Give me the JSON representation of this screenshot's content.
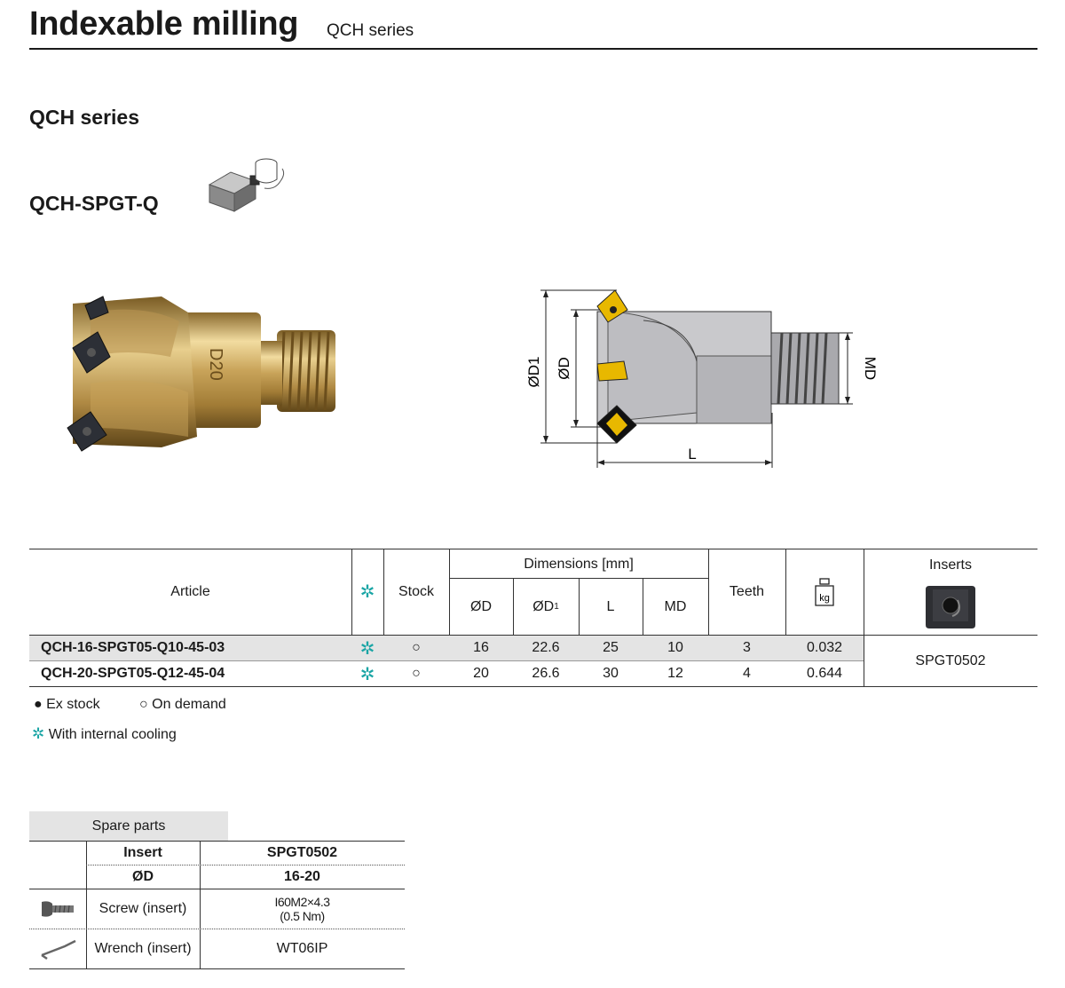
{
  "header": {
    "title": "Indexable milling",
    "subtitle": "QCH series"
  },
  "section_title": "QCH series",
  "model_title": "QCH-SPGT-Q",
  "icons": {
    "model_icon": "insert-and-coolant-icon",
    "coolant_icon": "internal-cooling-icon",
    "weight_icon": "weight-kg-icon",
    "insert_icon": "square-insert-icon",
    "screw_icon": "screw-icon",
    "wrench_icon": "wrench-icon"
  },
  "colors": {
    "cooling": "#1aa5a5",
    "highlight_row": "#e4e4e4",
    "insert_yellow": "#e8b800"
  },
  "drawing": {
    "labels": {
      "d1": "ØD1",
      "d": "ØD",
      "md": "MD",
      "l": "L"
    },
    "photo_engraving": "D20"
  },
  "table": {
    "headers": {
      "article": "Article",
      "stock": "Stock",
      "dimensions": "Dimensions [mm]",
      "d": "ØD",
      "d1_main": "ØD",
      "d1_sub": "1",
      "l": "L",
      "md": "MD",
      "teeth": "Teeth",
      "weight": "kg",
      "inserts": "Inserts"
    },
    "cooling_symbol": "✲",
    "rows": [
      {
        "article": "QCH-16-SPGT05-Q10-45-03",
        "stock": "○",
        "d": "16",
        "d1": "22.6",
        "l": "25",
        "md": "10",
        "teeth": "3",
        "weight": "0.032"
      },
      {
        "article": "QCH-20-SPGT05-Q12-45-04",
        "stock": "○",
        "d": "20",
        "d1": "26.6",
        "l": "30",
        "md": "12",
        "teeth": "4",
        "weight": "0.644"
      }
    ],
    "insert": "SPGT0502"
  },
  "legend": {
    "ex_stock": "● Ex stock",
    "on_demand": "○ On demand",
    "cooling_symbol": "✲",
    "cooling": "With internal cooling"
  },
  "spare_parts": {
    "title": "Spare parts",
    "insert_label": "Insert",
    "insert_value": "SPGT0502",
    "d_label": "ØD",
    "d_value": "16-20",
    "screw_label": "Screw (insert)",
    "screw_value": "I60M2×4.3",
    "screw_torque": "(0.5 Nm)",
    "wrench_label": "Wrench (insert)",
    "wrench_value": "WT06IP"
  }
}
